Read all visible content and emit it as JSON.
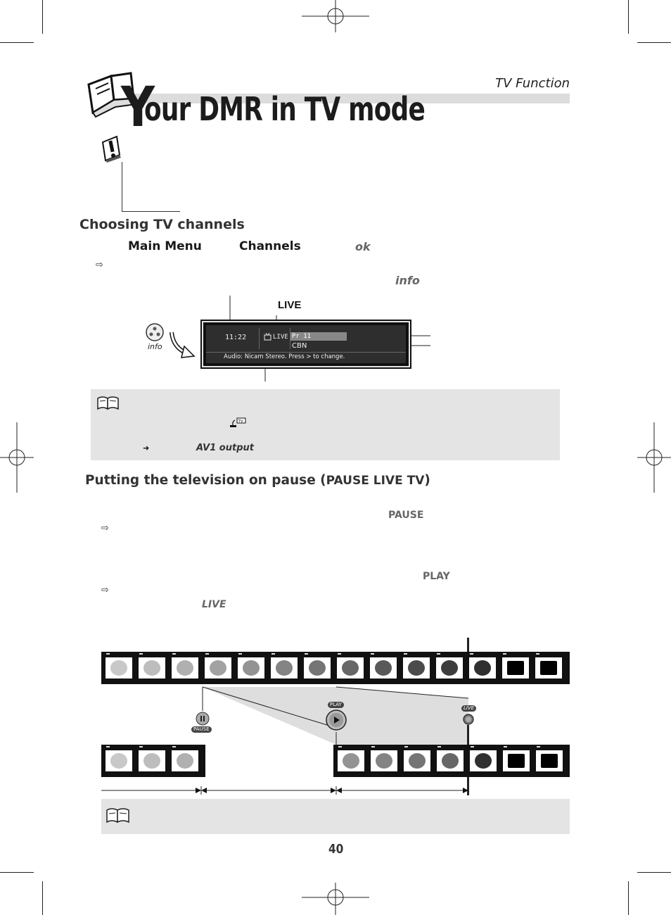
{
  "header": {
    "section": "TV Function",
    "title_initial": "Y",
    "title_rest": "our DMR in TV mode",
    "book_icon": "open-book-icon",
    "warning_icon": "exclamation-note-icon"
  },
  "channels": {
    "heading": "Choosing TV channels",
    "menu_main": "Main Menu",
    "menu_channels": "Channels",
    "ok_key": "ok",
    "info_key": "info",
    "bullet_arrow": "⇨"
  },
  "osd": {
    "callout_live": "LIVE",
    "remote_info_label": "info",
    "time": "11:22",
    "live_label": "LIVE",
    "program": "Pr  11",
    "channel_name": "CBN",
    "audio_line": "Audio: Nicam Stereo. Press > to change."
  },
  "note1": {
    "arrow": "➜",
    "av1": "AV1 output",
    "tv_icon": "tv-source-icon"
  },
  "pause_section": {
    "heading_prefix": "Putting the television on pause (",
    "heading_caps": "PAUSE LIVE TV",
    "heading_suffix": ")",
    "pause_key": "PAUSE",
    "play_key": "PLAY",
    "live_key": "LIVE",
    "bullet_arrow": "⇨"
  },
  "timeline": {
    "pause_btn": "PAUSE",
    "play_btn": "PLAY",
    "live_btn": "LIVE",
    "top_frames": [
      "#c8c8c8",
      "#bdbdbd",
      "#b0b0b0",
      "#a2a2a2",
      "#939393",
      "#848484",
      "#757575",
      "#676767",
      "#595959",
      "#4b4b4b",
      "#3d3d3d",
      "#303030",
      "#000000",
      "#000000"
    ],
    "bottom_left_frames": [
      "#c8c8c8",
      "#bdbdbd",
      "#b0b0b0"
    ],
    "bottom_right_frames": [
      "#939393",
      "#848484",
      "#757575",
      "#676767",
      "#303030",
      "#000000",
      "#000000"
    ]
  },
  "footer": {
    "page_number": "40"
  }
}
